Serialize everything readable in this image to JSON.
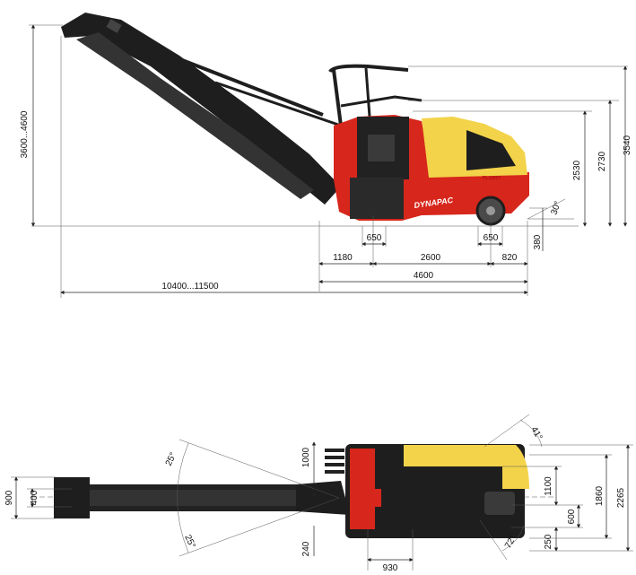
{
  "machine": {
    "brand": "DYNAPAC",
    "model": "PL1000T"
  },
  "colors": {
    "body_red": "#d7261b",
    "hood_yellow": "#f3d34a",
    "frame_black": "#1e1e1e",
    "tyre_gray": "#4a4a4a",
    "dimension_line": "#222222"
  },
  "side_view": {
    "dimensions": {
      "conveyor_height": "3600...4600",
      "rear_width_650": "650",
      "front_width_650": "650",
      "front_overhang": "1180",
      "wheelbase": "2600",
      "rear_overhang": "820",
      "machine_length": "4600",
      "total_length": "10400...11500",
      "ground_clearance": "380",
      "hood_height": "2530",
      "canopy_height": "2730",
      "max_height": "3540",
      "departure_angle": "30°"
    }
  },
  "top_view": {
    "dimensions": {
      "conveyor_outer_width": "900",
      "conveyor_inner_width": "400",
      "left_offset": "1000",
      "swing_angle_upper": "25°",
      "swing_angle_lower": "25°",
      "steering_angle_upper": "41°",
      "steering_angle_lower": "72°",
      "drum_width": "1100",
      "track_offset": "600",
      "edge_offset": "250",
      "body_width": "1860",
      "overall_width": "2265",
      "drum_side_offset": "240",
      "drum_axis_distance": "930"
    }
  }
}
